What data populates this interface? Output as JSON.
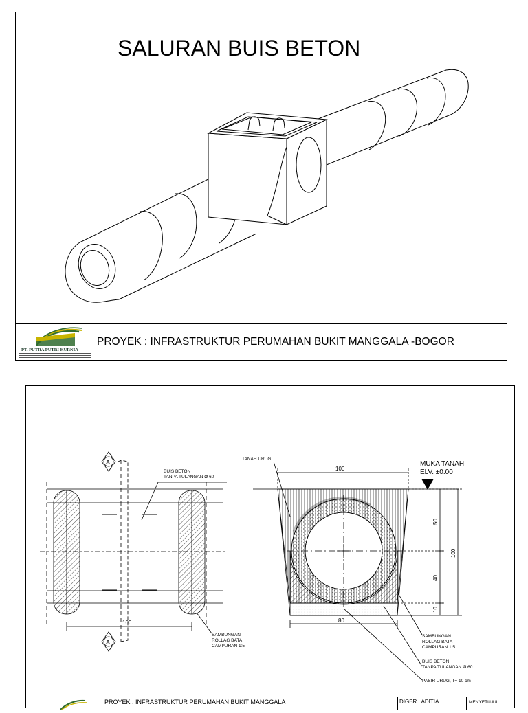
{
  "sheet1": {
    "title": "SALURAN BUIS BETON",
    "company": "PT. PUTRA PUTRI KURNIA",
    "project": "PROYEK : INFRASTRUKTUR PERUMAHAN BUKIT MANGGALA -BOGOR"
  },
  "sheet2": {
    "plan": {
      "section_marker": "A",
      "label_buis_1": "BUIS BETON",
      "label_buis_2": "TANPA TULANGAN Ø 60",
      "dim_width": "100",
      "label_joint_1": "SAMBUNGAN",
      "label_joint_2": "ROLLAG BATA",
      "label_joint_3": "CAMPURAN 1:5"
    },
    "section": {
      "label_fill": "TANAH URUG",
      "ground_1": "MUKA TANAH",
      "ground_2": "ELV. ±0.00",
      "dim_top": "100",
      "dim_bottom": "80",
      "dim_50": "50",
      "dim_40": "40",
      "dim_10": "10",
      "dim_total": "100",
      "label_joint_1": "SAMBUNGAN",
      "label_joint_2": "ROLLAG BATA",
      "label_joint_3": "CAMPURAN 1:5",
      "label_buis_1": "BUIS BETON",
      "label_buis_2": "TANPA TULANGAN Ø 60",
      "label_sand": "PASIR URUG, T= 10 cm"
    },
    "titleblock": {
      "project": "PROYEK  :  INFRASTRUKTUR PERUMAHAN BUKIT MANGGALA",
      "drawn": "DIGBR : ADITIA",
      "approve": "MENYETUJUI"
    }
  },
  "colors": {
    "line": "#000000",
    "logo_green": "#2f6b2f",
    "logo_yellow": "#c8b400"
  }
}
